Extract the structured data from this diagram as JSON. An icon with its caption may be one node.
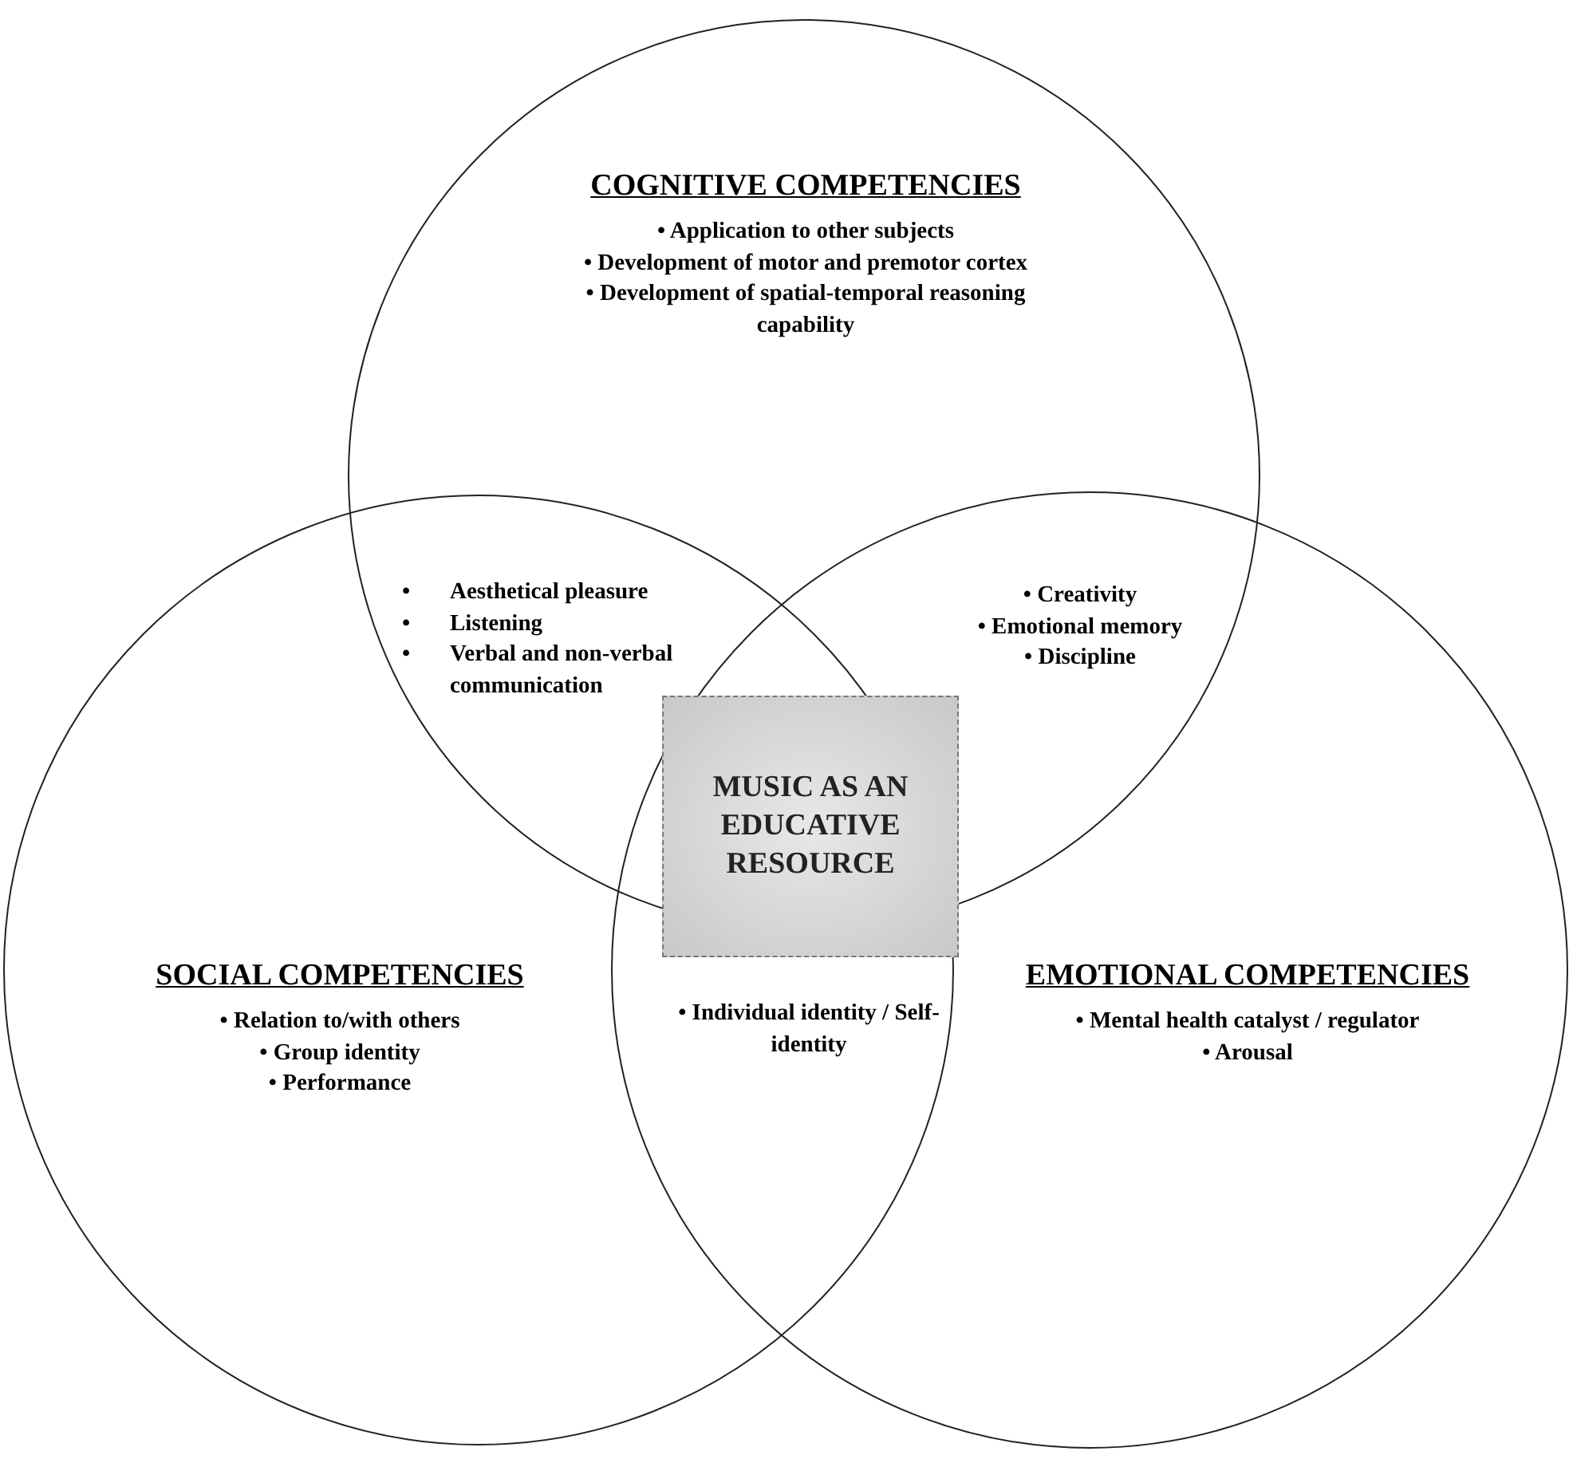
{
  "diagram": {
    "nodes": [
      {
        "text": [
          "COGNITIVE COMPETENCIES",
          "• Application to other subjects",
          "• Development of motor and premotor cortex",
          "• Development of spatial-temporal reasoning capability"
        ]
      },
      {
        "text": [
          "SOCIAL COMPETENCIES",
          "• Relation to/with others",
          "• Group identity",
          "• Performance"
        ]
      },
      {
        "text": [
          "EMOTIONAL COMPETENCIES",
          "• Mental health catalyst / regulator",
          "• Arousal"
        ]
      },
      {
        "text": [
          "MUSIC AS AN EDUCATIVE RESOURCE"
        ]
      }
    ],
    "edges": [],
    "labels": [
      "•",
      "Aesthetical pleasure",
      "•",
      "Listening",
      "•",
      "Verbal and non-verbal communication",
      "• Creativity",
      "• Emotional memory",
      "• Discipline",
      "• Individual identity / Self-identity"
    ]
  }
}
